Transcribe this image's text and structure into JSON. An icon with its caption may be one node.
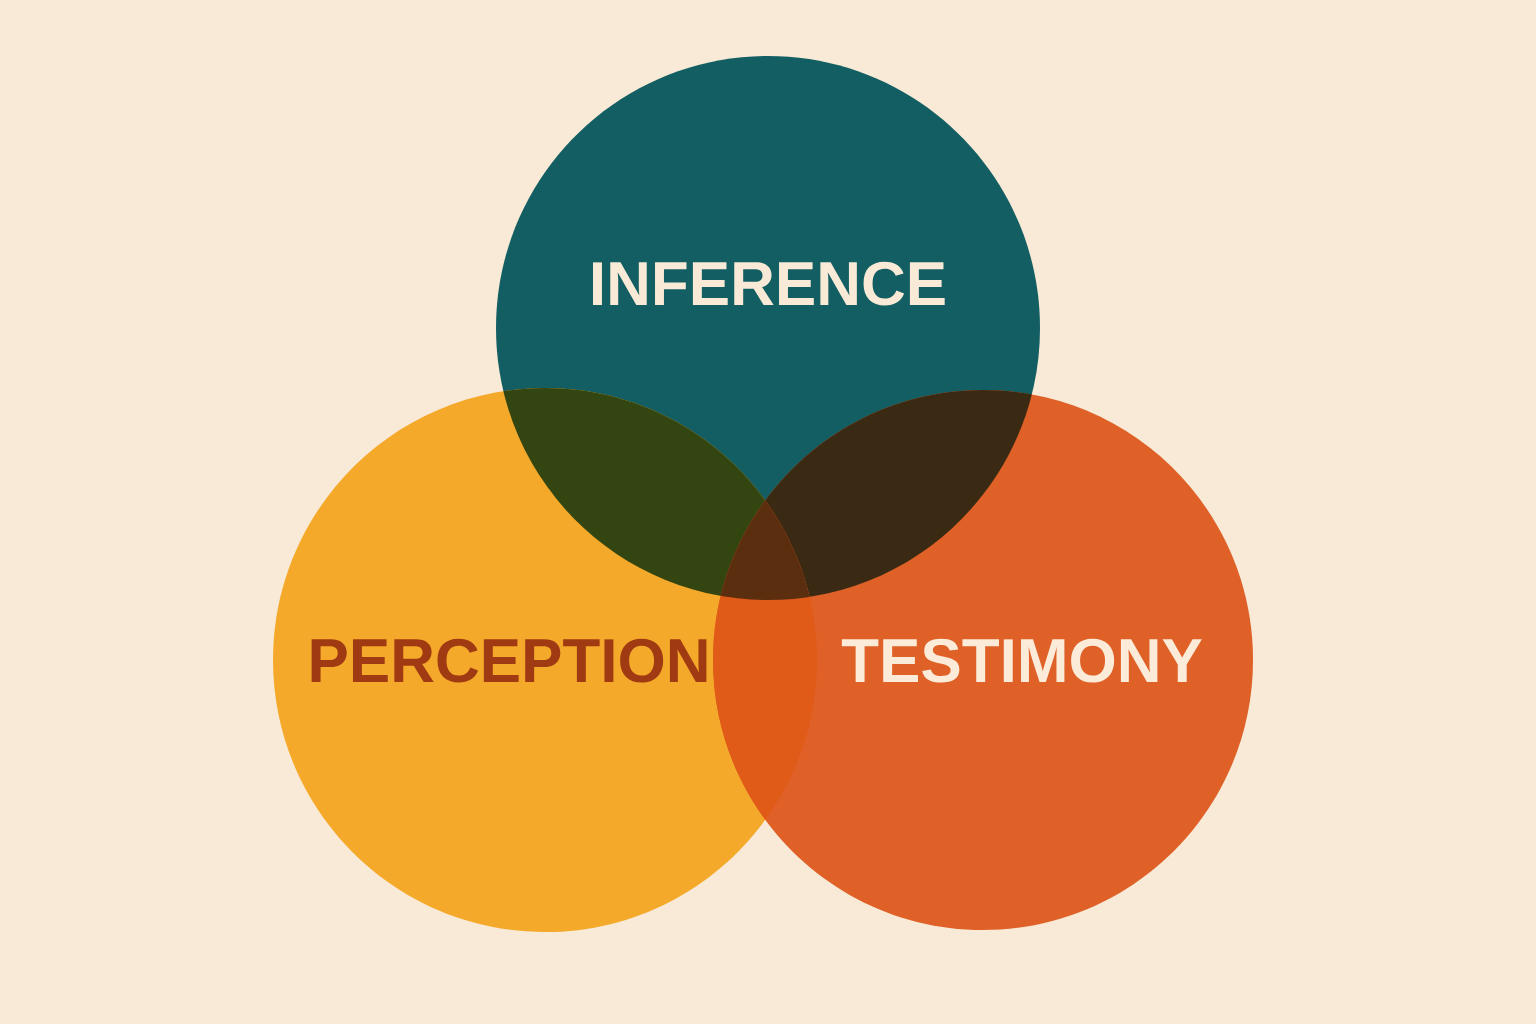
{
  "diagram": {
    "nodes": [
      {
        "text": [
          "INFERENCE"
        ]
      },
      {
        "text": [
          "PERCEPTION"
        ]
      },
      {
        "text": [
          "TESTIMONY"
        ]
      }
    ]
  }
}
